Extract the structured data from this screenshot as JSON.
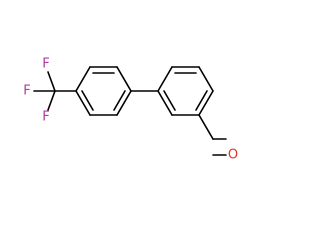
{
  "molecule": {
    "atoms": [
      {
        "id": "fluorine-top",
        "label": "F",
        "color": "#b03aa0"
      },
      {
        "id": "fluorine-left",
        "label": "F",
        "color": "#b03aa0"
      },
      {
        "id": "fluorine-bottom",
        "label": "F",
        "color": "#b03aa0"
      },
      {
        "id": "aldehyde-oxygen",
        "label": "O",
        "color": "#e0362c"
      }
    ],
    "bond_color": "#000000"
  }
}
